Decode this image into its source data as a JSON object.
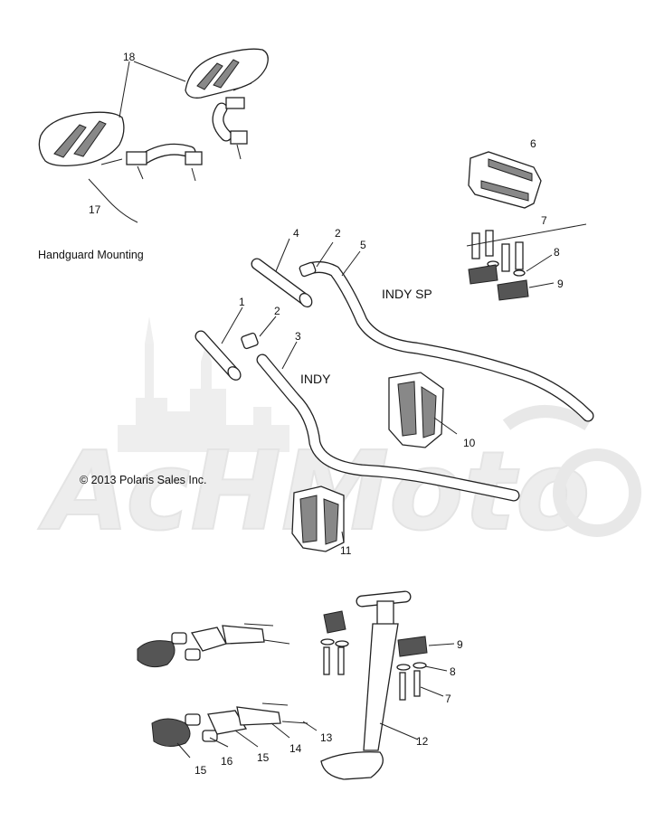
{
  "watermark": {
    "text": "AcHMoto"
  },
  "captions": {
    "handguard_mounting": "Handguard Mounting",
    "indy_sp": "INDY SP",
    "indy": "INDY",
    "copyright": "© 2013 Polaris Sales Inc."
  },
  "callouts": [
    {
      "id": "c18",
      "text": "18"
    },
    {
      "id": "c17",
      "text": "17"
    },
    {
      "id": "c6",
      "text": "6"
    },
    {
      "id": "c7a",
      "text": "7"
    },
    {
      "id": "c8a",
      "text": "8"
    },
    {
      "id": "c9a",
      "text": "9"
    },
    {
      "id": "c4",
      "text": "4"
    },
    {
      "id": "c2a",
      "text": "2"
    },
    {
      "id": "c5",
      "text": "5"
    },
    {
      "id": "c1",
      "text": "1"
    },
    {
      "id": "c2b",
      "text": "2"
    },
    {
      "id": "c3",
      "text": "3"
    },
    {
      "id": "c10",
      "text": "10"
    },
    {
      "id": "c11",
      "text": "11"
    },
    {
      "id": "c9b",
      "text": "9"
    },
    {
      "id": "c8b",
      "text": "8"
    },
    {
      "id": "c7b",
      "text": "7"
    },
    {
      "id": "c12",
      "text": "12"
    },
    {
      "id": "c13",
      "text": "13"
    },
    {
      "id": "c14",
      "text": "14"
    },
    {
      "id": "c15a",
      "text": "15"
    },
    {
      "id": "c16",
      "text": "16"
    },
    {
      "id": "c15b",
      "text": "15"
    }
  ]
}
